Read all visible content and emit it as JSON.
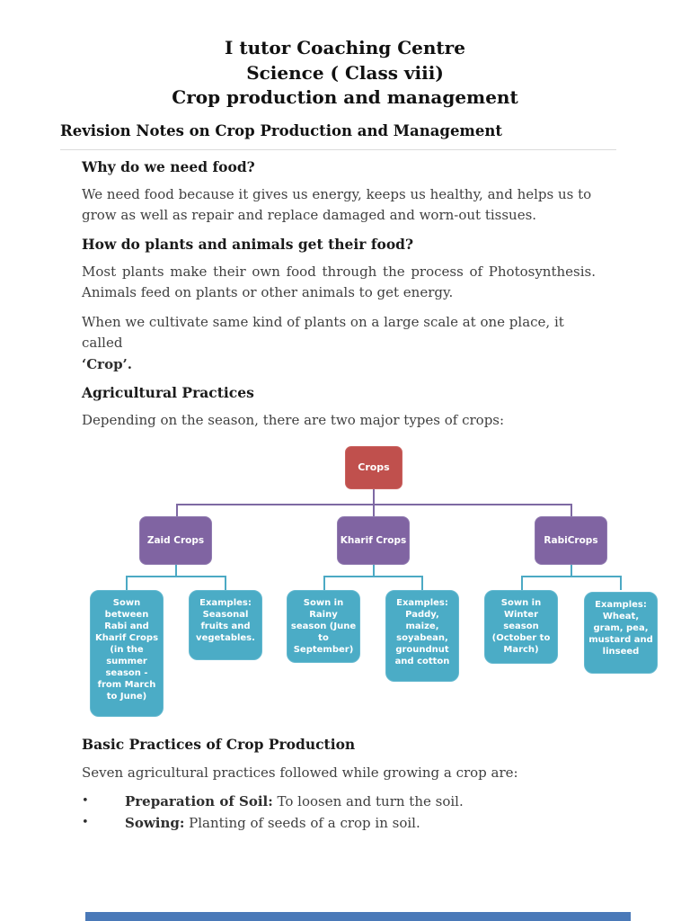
{
  "header": {
    "title_line1": "I tutor Coaching Centre",
    "title_line2": "Science ( Class viii)",
    "title_line3": "Crop production and management",
    "section_title": "Revision Notes on Crop Production and Management"
  },
  "notes": {
    "q1_heading": "Why do we need food?",
    "q1_answer": "We need food because it gives us energy, keeps us healthy, and helps us to\ngrow as well as repair and replace damaged and worn-out tissues.",
    "q2_heading": "How do plants and animals get their food?",
    "q2_answer": "Most plants make their own food through the process of Photosynthesis. Animals feed on plants or other animals to get energy.",
    "crop_note_lead": "When we cultivate same kind of plants on a large scale at one place, it called\n",
    "crop_note_bold": "‘Crop’.",
    "agri_heading": "Agricultural Practices",
    "agri_intro": "Depending on the season, there are two major types of crops:"
  },
  "diagram": {
    "root_label": "Crops",
    "branches": [
      {
        "label": "Zaid Crops",
        "children": [
          "Sown between Rabi and Kharif Crops (in the summer season - from March to June)",
          "Examples: Seasonal fruits and vegetables."
        ]
      },
      {
        "label": "Kharif Crops",
        "children": [
          "Sown in Rainy season (June to September)",
          "Examples: Paddy, maize, soyabean, groundnut and cotton"
        ]
      },
      {
        "label": "RabiCrops",
        "children": [
          "Sown in Winter season (October to March)",
          "Examples: Wheat, gram, pea, mustard and linseed"
        ]
      }
    ],
    "colors": {
      "root": "#c0504d",
      "branch": "#8064a2",
      "leaf": "#4bacc6",
      "branch_line": "#7e69a3",
      "leaf_line": "#4ca9c4"
    }
  },
  "practices": {
    "heading": "Basic Practices of Crop Production",
    "intro": "Seven agricultural practices followed while growing a crop are:",
    "bullet_glyph": "•",
    "bullets": [
      {
        "lead": "Preparation of Soil:",
        "rest": " To loosen and turn the soil."
      },
      {
        "lead": "Sowing:",
        "rest": " Planting of seeds of a crop in soil."
      }
    ]
  },
  "footer": {
    "next_page_bar_color": "#4a79b8"
  }
}
